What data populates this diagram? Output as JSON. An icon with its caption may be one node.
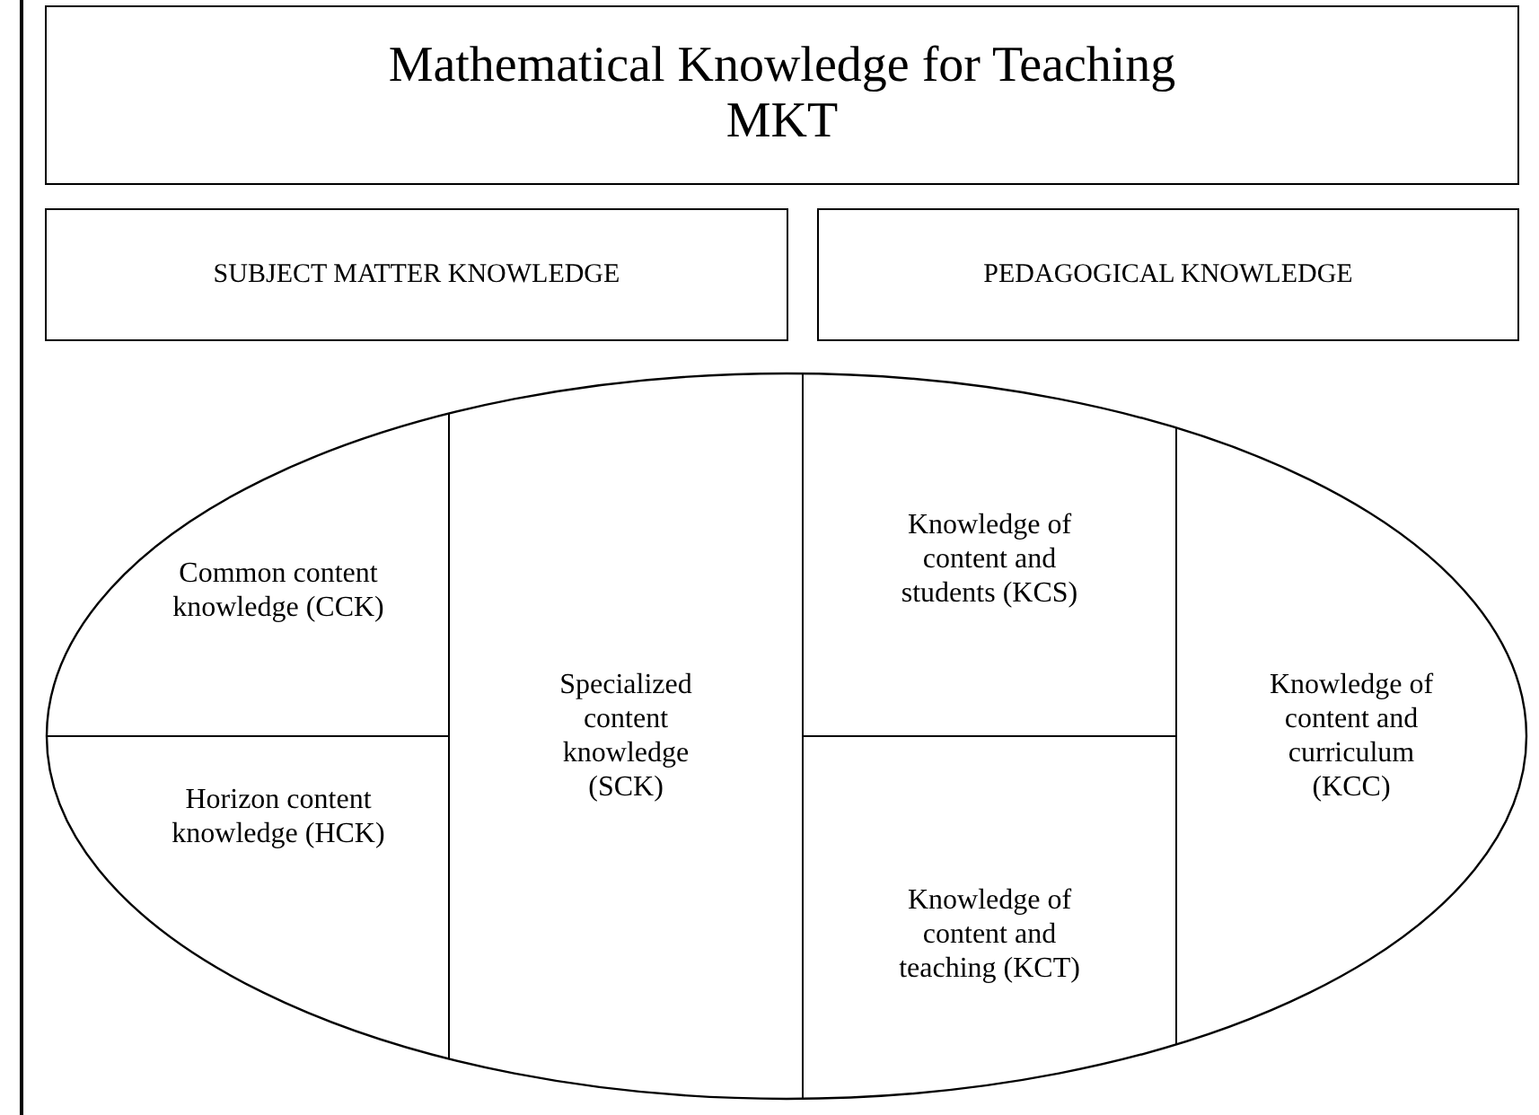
{
  "diagram": {
    "nodes": [
      {
        "text": [
          "Mathematical Knowledge for Teaching",
          "MKT"
        ]
      },
      {
        "text": [
          "SUBJECT MATTER KNOWLEDGE"
        ]
      },
      {
        "text": [
          "PEDAGOGICAL KNOWLEDGE"
        ]
      },
      {
        "text": [],
        "shape": "ellipse"
      },
      {
        "text": [
          "Common content knowledge (CCK)"
        ],
        "in": 3
      },
      {
        "text": [
          "Horizon content knowledge (HCK)"
        ],
        "in": 3
      },
      {
        "text": [
          "Specialized content knowledge (SCK)"
        ],
        "in": 3
      },
      {
        "text": [
          "Knowledge of content and students (KCS)"
        ],
        "in": 3
      },
      {
        "text": [
          "Knowledge of content and teaching (KCT)"
        ],
        "in": 3
      },
      {
        "text": [
          "Knowledge of content and curriculum (KCC)"
        ],
        "in": 3
      }
    ]
  }
}
